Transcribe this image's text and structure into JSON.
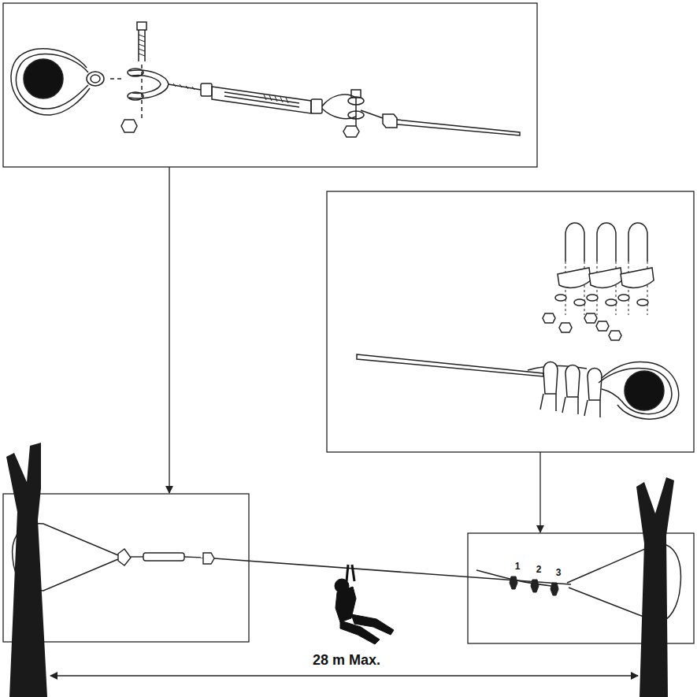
{
  "diagram": {
    "labels": [
      "1",
      "2",
      "3",
      "28 m Max."
    ]
  }
}
